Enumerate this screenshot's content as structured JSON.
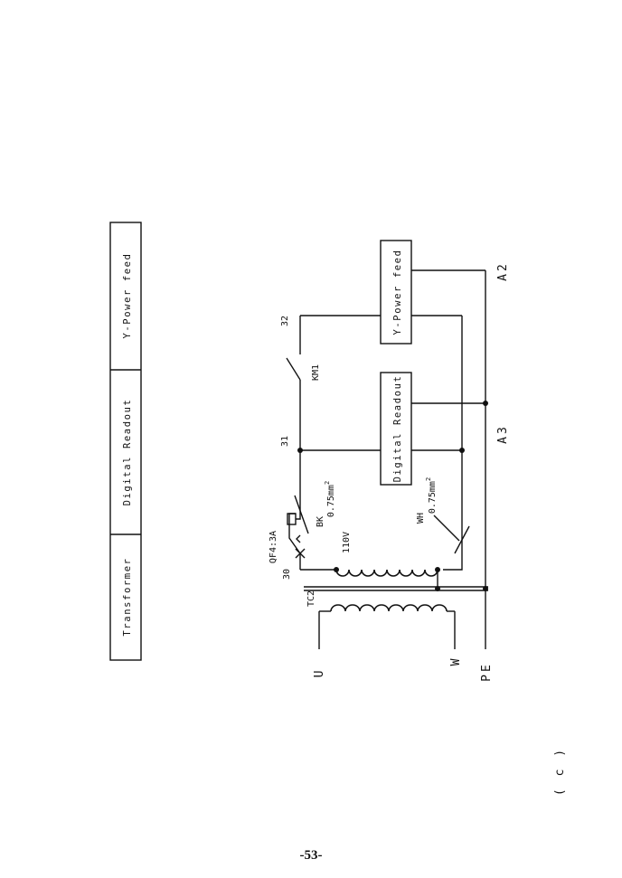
{
  "legend": {
    "cells": [
      "Transformer",
      "Digital Readout",
      "Y-Power feed"
    ]
  },
  "components": {
    "transformer": "TC2",
    "breaker": "QF4:3A",
    "contactor": "KM1",
    "digital_box": "Digital Readout",
    "power_box": "Y-Power feed",
    "secondary_voltage": "110V"
  },
  "wires": {
    "bk_color": "BK",
    "bk_size": "0.75mm",
    "wh_color": "WH",
    "wh_size": "0.75mm",
    "sup": "2"
  },
  "nodes": {
    "n30": "30",
    "n31": "31",
    "n32": "32"
  },
  "terminals": {
    "u": "U",
    "w": "W",
    "pe": "PE",
    "a3": "A3",
    "a2": "A2"
  },
  "figure_label": "( c )",
  "page_number": "-53-"
}
